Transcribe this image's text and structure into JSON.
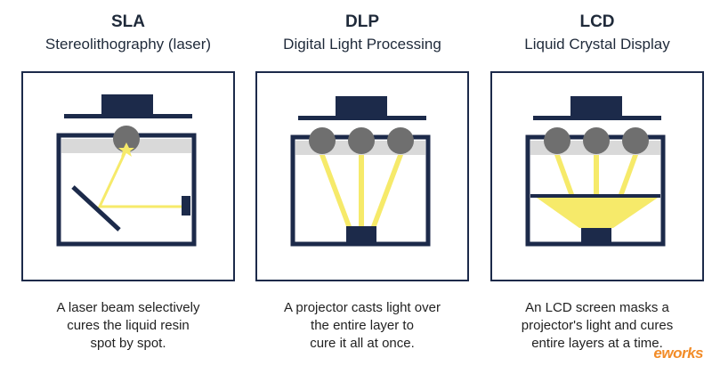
{
  "columns": [
    {
      "title": "SLA",
      "subtitle": "Stereolithography (laser)",
      "caption_lines": [
        "A laser beam selectively",
        "cures the liquid resin",
        "spot by spot."
      ]
    },
    {
      "title": "DLP",
      "subtitle": "Digital Light Processing",
      "caption_lines": [
        "A projector casts light over",
        "the entire layer to",
        "cure it all at once."
      ]
    },
    {
      "title": "LCD",
      "subtitle": "Liquid Crystal Display",
      "caption_lines": [
        "An LCD screen masks a",
        "projector's light and cures",
        "entire layers at a time."
      ]
    }
  ],
  "watermark": "eworks",
  "colors": {
    "navy": "#1c2a4a",
    "resin_gray": "#d9d9d9",
    "head_gray": "#6f6f6f",
    "light_yellow": "#f6ea6a",
    "accent_orange": "#f28c28"
  }
}
